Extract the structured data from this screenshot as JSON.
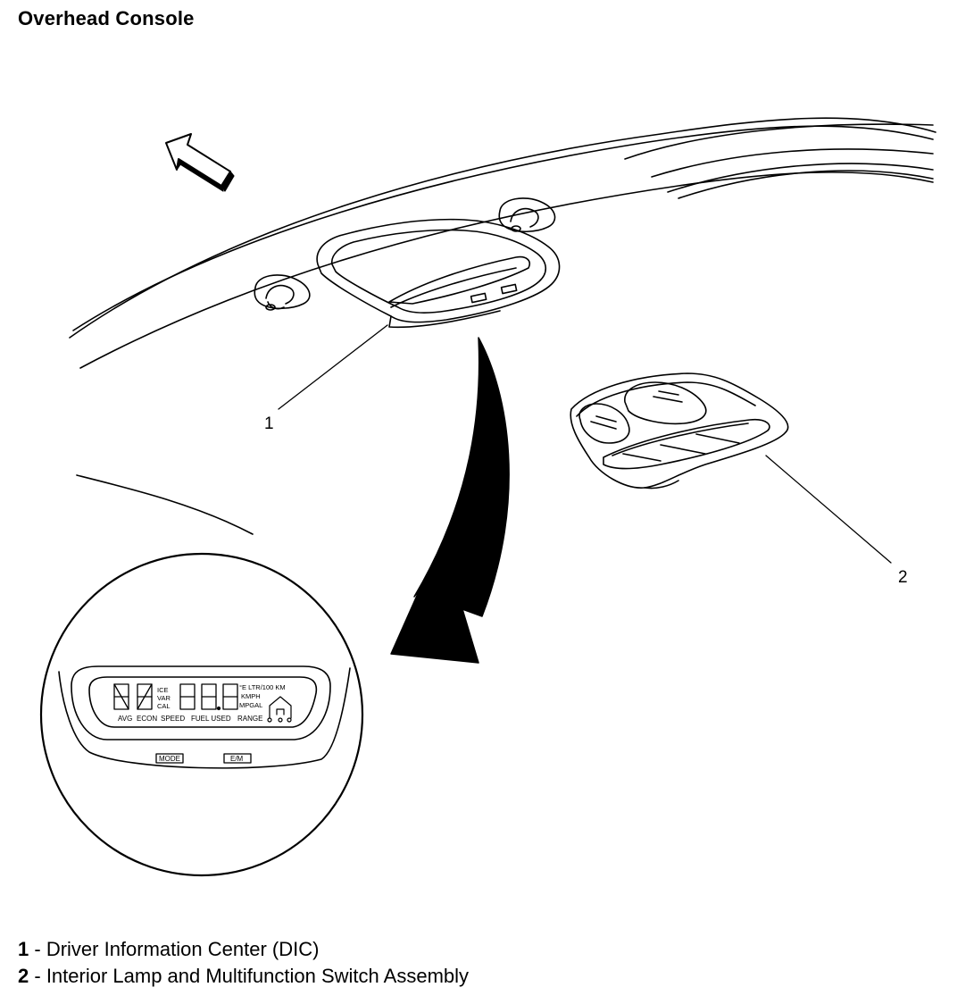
{
  "title": "Overhead Console",
  "callouts": [
    "1",
    "2"
  ],
  "dic_display": {
    "mode_lines": [
      "ICE",
      "VAR",
      "CAL"
    ],
    "units_lines": [
      "°E LTR/100 KM",
      "KMPH",
      "MPGAL"
    ],
    "labels": [
      "AVG",
      "ECON",
      "SPEED",
      "FUEL USED",
      "RANGE"
    ],
    "buttons": [
      "MODE",
      "E/M"
    ]
  },
  "legend": [
    {
      "number": "1",
      "separator": " - ",
      "text": "Driver Information Center (DIC)"
    },
    {
      "number": "2",
      "separator": " - ",
      "text": "Interior Lamp and Multifunction Switch Assembly"
    }
  ]
}
